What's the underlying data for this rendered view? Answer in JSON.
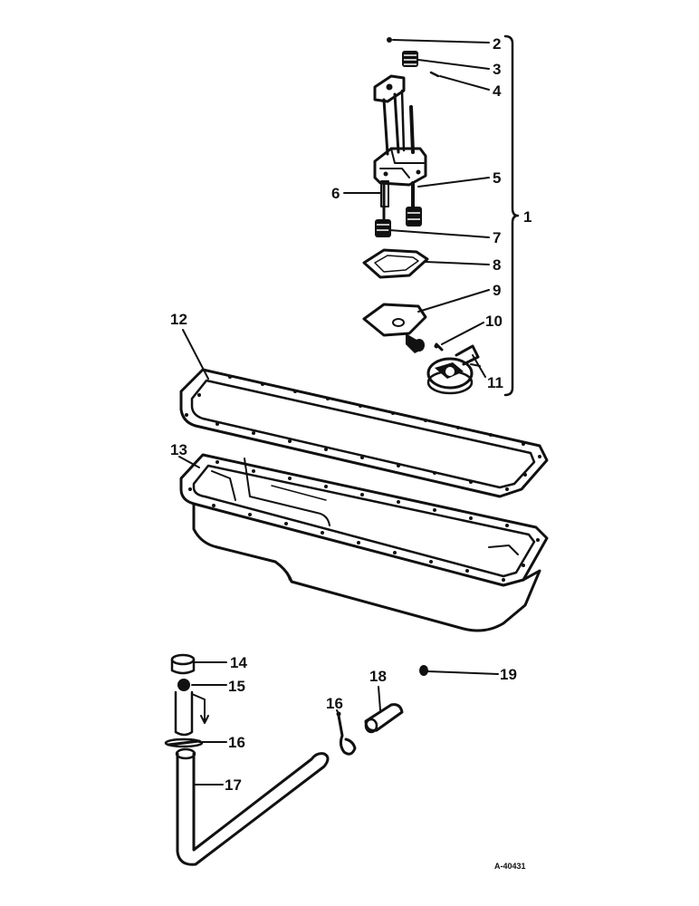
{
  "callouts": {
    "c1": "1",
    "c2": "2",
    "c3": "3",
    "c4": "4",
    "c5": "5",
    "c6": "6",
    "c7": "7",
    "c8": "8",
    "c9": "9",
    "c10": "10",
    "c11": "11",
    "c12": "12",
    "c13": "13",
    "c14": "14",
    "c15": "15",
    "c16a": "16",
    "c16b": "16",
    "c17": "17",
    "c18": "18",
    "c19": "19"
  },
  "drawing_number": "A-40431"
}
